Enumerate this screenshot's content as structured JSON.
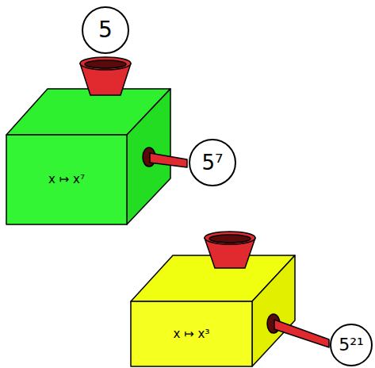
{
  "diagram": {
    "nodes": [
      {
        "text": [
          "5"
        ]
      },
      {
        "text": [
          "x ↦ x⁷"
        ]
      },
      {
        "text": [
          "5⁷"
        ]
      },
      {
        "text": [
          "x ↦ x³"
        ]
      },
      {
        "text": [
          "5²¹"
        ]
      }
    ]
  }
}
